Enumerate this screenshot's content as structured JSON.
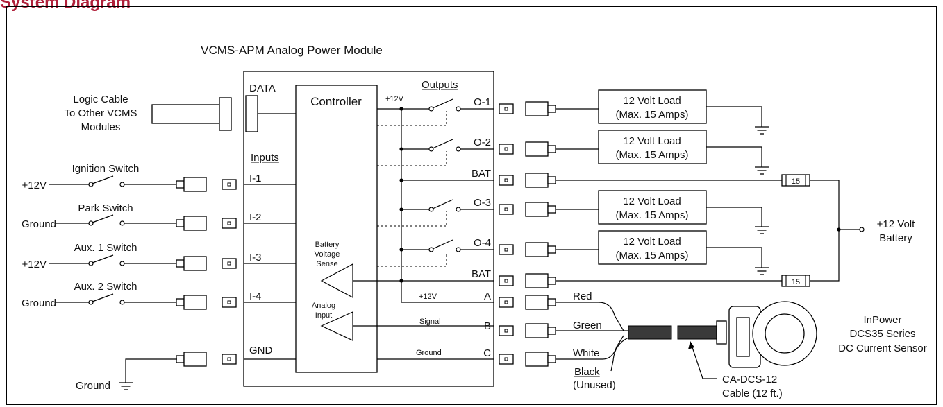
{
  "header": {
    "text": "System Diagram"
  },
  "module": {
    "title": "VCMS-APM Analog Power Module",
    "data": "DATA",
    "controller": "Controller",
    "inputs": "Inputs",
    "outputs": "Outputs",
    "gnd": "GND"
  },
  "logic_cable": [
    "Logic Cable",
    "To Other VCMS",
    "Modules"
  ],
  "inputs": [
    {
      "switch": "Ignition Switch",
      "source": "+12V",
      "pin": "I-1"
    },
    {
      "switch": "Park Switch",
      "source": "Ground",
      "pin": "I-2"
    },
    {
      "switch": "Aux. 1 Switch",
      "source": "+12V",
      "pin": "I-3"
    },
    {
      "switch": "Aux. 2 Switch",
      "source": "Ground",
      "pin": "I-4"
    }
  ],
  "ground_label": "Ground",
  "controller_labels": {
    "plus12": "+12V",
    "battery_sense": [
      "Battery",
      "Voltage",
      "Sense"
    ],
    "analog_input": [
      "Analog",
      "Input"
    ]
  },
  "output_pins": [
    "O-1",
    "O-2",
    "BAT",
    "O-3",
    "O-4",
    "BAT"
  ],
  "sensor_pins": {
    "a": "A",
    "b": "B",
    "c": "C",
    "a_line": "+12V",
    "b_line": "Signal",
    "c_line": "Ground"
  },
  "loads": [
    {
      "line1": "12 Volt Load",
      "line2": "(Max. 15 Amps)"
    },
    {
      "line1": "12 Volt Load",
      "line2": "(Max. 15 Amps)"
    },
    {
      "line1": "12 Volt Load",
      "line2": "(Max. 15 Amps)"
    },
    {
      "line1": "12 Volt Load",
      "line2": "(Max. 15 Amps)"
    }
  ],
  "fuse_label": "15",
  "battery": [
    "+12 Volt",
    "Battery"
  ],
  "wires": {
    "red": "Red",
    "green": "Green",
    "white": "White",
    "black": "Black",
    "unused": "(Unused)"
  },
  "cable": [
    "CA-DCS-12",
    "Cable (12 ft.)"
  ],
  "sensor": [
    "InPower",
    "DCS35 Series",
    "DC Current Sensor"
  ]
}
